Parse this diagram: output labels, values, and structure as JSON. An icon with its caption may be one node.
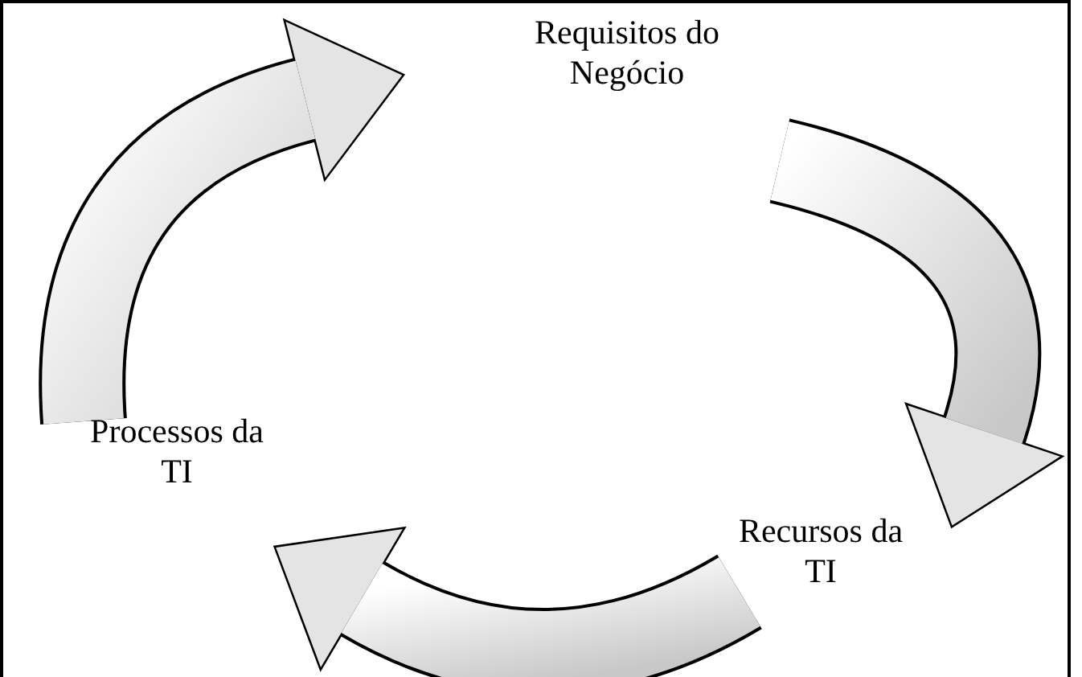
{
  "diagram": {
    "nodes": [
      {
        "text": [
          "Requisitos do Negócio"
        ]
      },
      {
        "text": [
          "Recursos da TI"
        ]
      },
      {
        "text": [
          "Processos da TI"
        ]
      }
    ],
    "edges": [
      {
        "from": 0,
        "to": 1,
        "arrow": "to",
        "style": "thick"
      },
      {
        "from": 1,
        "to": 2,
        "arrow": "to",
        "style": "thick"
      },
      {
        "from": 2,
        "to": 0,
        "arrow": "to",
        "style": "thick"
      }
    ]
  }
}
